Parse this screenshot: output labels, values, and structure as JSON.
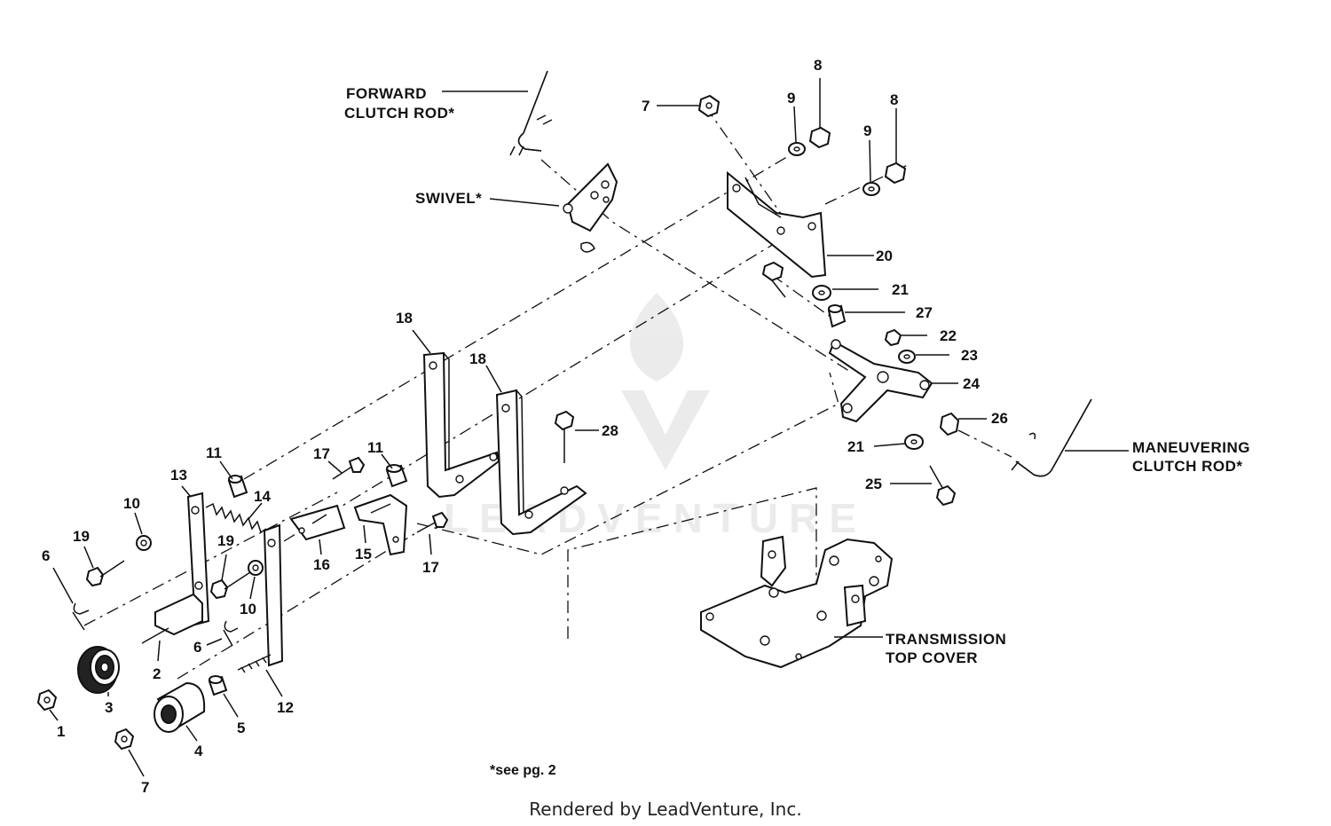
{
  "callouts": {
    "forward_clutch_rod": [
      "FORWARD",
      "CLUTCH ROD*"
    ],
    "swivel": "SWIVEL*",
    "maneuvering_clutch_rod": [
      "MANEUVERING",
      "CLUTCH ROD*"
    ],
    "transmission_top_cover": [
      "TRANSMISSION",
      "TOP COVER"
    ]
  },
  "part_numbers": [
    {
      "id": "n1",
      "text": "1"
    },
    {
      "id": "n2",
      "text": "2"
    },
    {
      "id": "n3",
      "text": "3"
    },
    {
      "id": "n4",
      "text": "4"
    },
    {
      "id": "n5",
      "text": "5"
    },
    {
      "id": "n6a",
      "text": "6"
    },
    {
      "id": "n6b",
      "text": "6"
    },
    {
      "id": "n7a",
      "text": "7"
    },
    {
      "id": "n7b",
      "text": "7"
    },
    {
      "id": "n8a",
      "text": "8"
    },
    {
      "id": "n8b",
      "text": "8"
    },
    {
      "id": "n9a",
      "text": "9"
    },
    {
      "id": "n9b",
      "text": "9"
    },
    {
      "id": "n10a",
      "text": "10"
    },
    {
      "id": "n10b",
      "text": "10"
    },
    {
      "id": "n11a",
      "text": "11"
    },
    {
      "id": "n11b",
      "text": "11"
    },
    {
      "id": "n12",
      "text": "12"
    },
    {
      "id": "n13",
      "text": "13"
    },
    {
      "id": "n14",
      "text": "14"
    },
    {
      "id": "n15",
      "text": "15"
    },
    {
      "id": "n16",
      "text": "16"
    },
    {
      "id": "n17a",
      "text": "17"
    },
    {
      "id": "n17b",
      "text": "17"
    },
    {
      "id": "n18a",
      "text": "18"
    },
    {
      "id": "n18b",
      "text": "18"
    },
    {
      "id": "n19a",
      "text": "19"
    },
    {
      "id": "n19b",
      "text": "19"
    },
    {
      "id": "n20",
      "text": "20"
    },
    {
      "id": "n21a",
      "text": "21"
    },
    {
      "id": "n21b",
      "text": "21"
    },
    {
      "id": "n22",
      "text": "22"
    },
    {
      "id": "n23",
      "text": "23"
    },
    {
      "id": "n24",
      "text": "24"
    },
    {
      "id": "n25",
      "text": "25"
    },
    {
      "id": "n26",
      "text": "26"
    },
    {
      "id": "n27",
      "text": "27"
    },
    {
      "id": "n28",
      "text": "28"
    }
  ],
  "footnote": "*see pg. 2",
  "credit": "Rendered by LeadVenture, Inc.",
  "watermark_icon": "leadventure-logo-icon",
  "watermark_text": "LEADVENTURE"
}
